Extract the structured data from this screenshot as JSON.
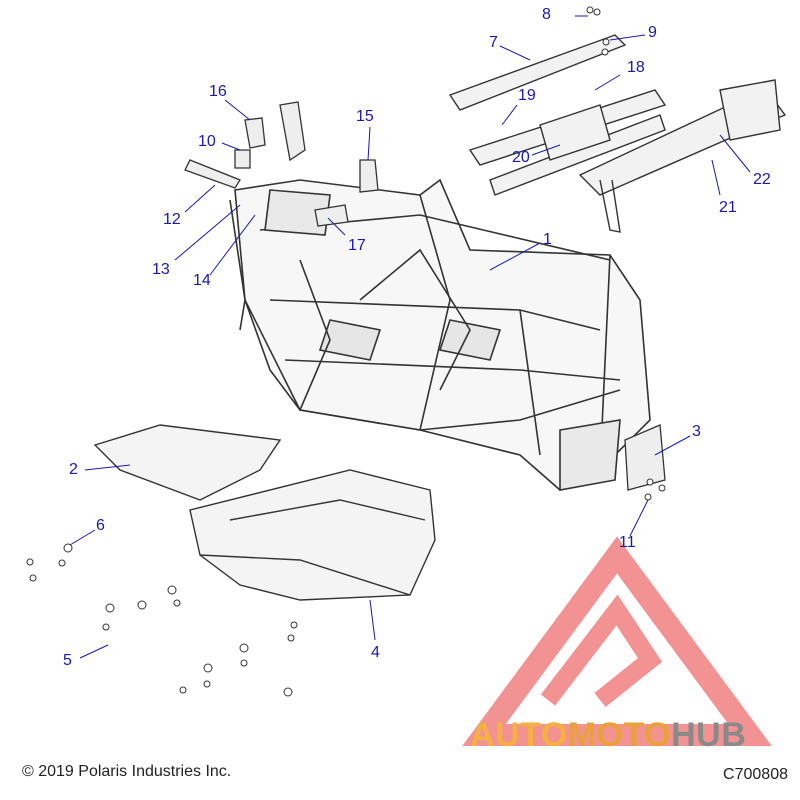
{
  "callouts": {
    "c1": "1",
    "c2": "2",
    "c3": "3",
    "c4": "4",
    "c5": "5",
    "c6": "6",
    "c7": "7",
    "c8": "8",
    "c9": "9",
    "c10": "10",
    "c11": "11",
    "c12": "12",
    "c13": "13",
    "c14": "14",
    "c15": "15",
    "c16": "16",
    "c17": "17",
    "c18": "18",
    "c19": "19",
    "c20": "20",
    "c21": "21",
    "c22": "22"
  },
  "footer": {
    "copyright": "© 2019 Polaris Industries Inc.",
    "code": "C700808"
  },
  "watermark": {
    "part1": "AUTO",
    "part2": "MOTO",
    "part3": "HUB",
    "colors": {
      "triangle": "#f08080",
      "auto": "#f5b041",
      "hub": "#8a8a8a"
    }
  },
  "colors": {
    "callout_text": "#1a1aa8",
    "leader": "#1a1aa8",
    "line_art": "#333333"
  }
}
